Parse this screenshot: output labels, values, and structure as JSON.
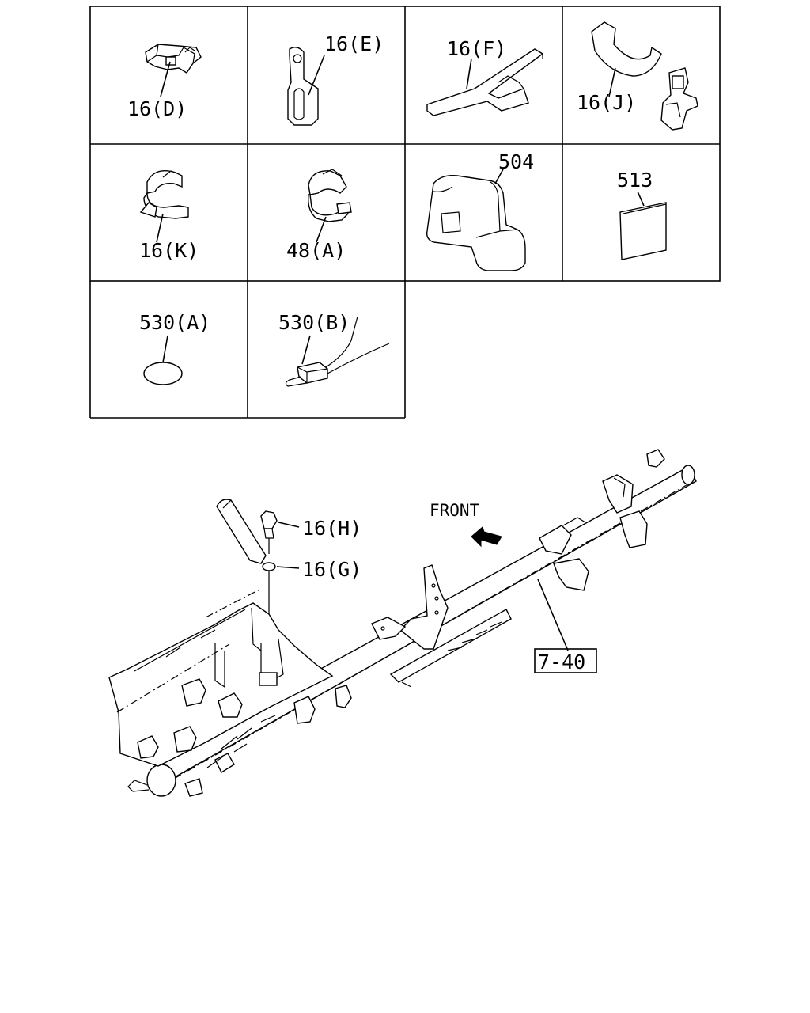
{
  "callouts": {
    "p16d": "16(D)",
    "p16e": "16(E)",
    "p16f": "16(F)",
    "p16j": "16(J)",
    "p16k": "16(K)",
    "p48a": "48(A)",
    "p504": "504",
    "p513": "513",
    "p530a": "530(A)",
    "p530b": "530(B)",
    "p16h": "16(H)",
    "p16g": "16(G)",
    "ref740": "7-40"
  },
  "direction_label": "FRONT"
}
